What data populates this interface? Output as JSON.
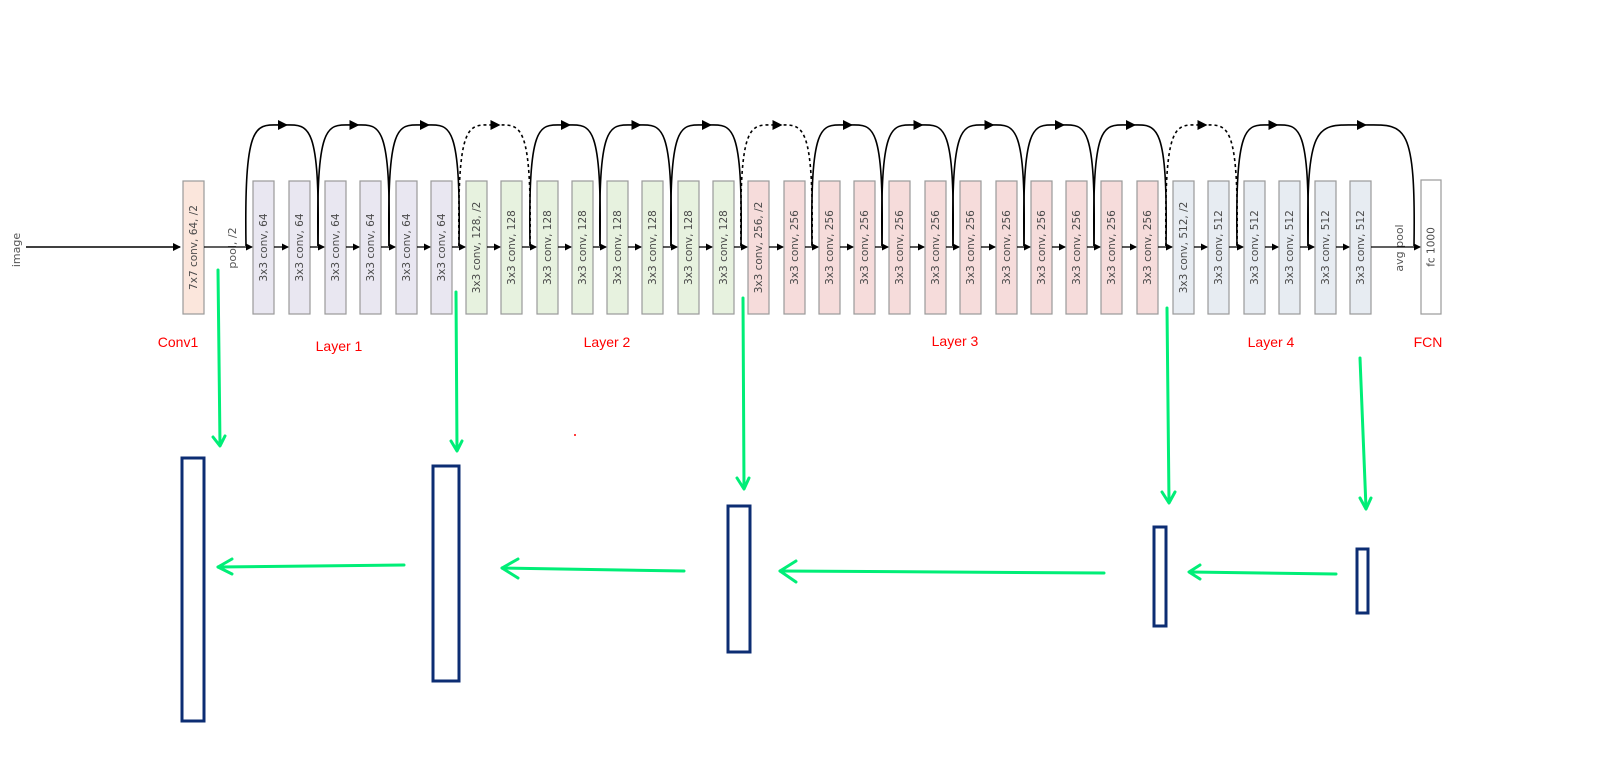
{
  "input_label": "image",
  "pool_label": "pool, /2",
  "avgpool_label": "avg pool",
  "colors": {
    "conv1": "#fbe6dc",
    "layer1": "#e9e7f1",
    "layer2": "#e7f2df",
    "layer3": "#f6dcdb",
    "layer4": "#e7ecf2",
    "fc": "#ffffff",
    "section_label": "#ff0000",
    "arrow": "#00ee77",
    "feature_map": "#0c2d73"
  },
  "blocks": [
    {
      "label": "7x7 conv, 64, /2",
      "group": "conv1"
    },
    {
      "label": "3x3 conv, 64",
      "group": "layer1"
    },
    {
      "label": "3x3 conv, 64",
      "group": "layer1"
    },
    {
      "label": "3x3 conv, 64",
      "group": "layer1"
    },
    {
      "label": "3x3 conv, 64",
      "group": "layer1"
    },
    {
      "label": "3x3 conv, 64",
      "group": "layer1"
    },
    {
      "label": "3x3 conv, 64",
      "group": "layer1"
    },
    {
      "label": "3x3 conv, 128, /2",
      "group": "layer2"
    },
    {
      "label": "3x3 conv, 128",
      "group": "layer2"
    },
    {
      "label": "3x3 conv, 128",
      "group": "layer2"
    },
    {
      "label": "3x3 conv, 128",
      "group": "layer2"
    },
    {
      "label": "3x3 conv, 128",
      "group": "layer2"
    },
    {
      "label": "3x3 conv, 128",
      "group": "layer2"
    },
    {
      "label": "3x3 conv, 128",
      "group": "layer2"
    },
    {
      "label": "3x3 conv, 128",
      "group": "layer2"
    },
    {
      "label": "3x3 conv, 256, /2",
      "group": "layer3"
    },
    {
      "label": "3x3 conv, 256",
      "group": "layer3"
    },
    {
      "label": "3x3 conv, 256",
      "group": "layer3"
    },
    {
      "label": "3x3 conv, 256",
      "group": "layer3"
    },
    {
      "label": "3x3 conv, 256",
      "group": "layer3"
    },
    {
      "label": "3x3 conv, 256",
      "group": "layer3"
    },
    {
      "label": "3x3 conv, 256",
      "group": "layer3"
    },
    {
      "label": "3x3 conv, 256",
      "group": "layer3"
    },
    {
      "label": "3x3 conv, 256",
      "group": "layer3"
    },
    {
      "label": "3x3 conv, 256",
      "group": "layer3"
    },
    {
      "label": "3x3 conv, 256",
      "group": "layer3"
    },
    {
      "label": "3x3 conv, 256",
      "group": "layer3"
    },
    {
      "label": "3x3 conv, 512, /2",
      "group": "layer4"
    },
    {
      "label": "3x3 conv, 512",
      "group": "layer4"
    },
    {
      "label": "3x3 conv, 512",
      "group": "layer4"
    },
    {
      "label": "3x3 conv, 512",
      "group": "layer4"
    },
    {
      "label": "3x3 conv, 512",
      "group": "layer4"
    },
    {
      "label": "3x3 conv, 512",
      "group": "layer4"
    },
    {
      "label": "fc 1000",
      "group": "fc"
    }
  ],
  "skip_connections": [
    {
      "from_block": 1,
      "to_block": 3,
      "style": "solid"
    },
    {
      "from_block": 3,
      "to_block": 5,
      "style": "solid"
    },
    {
      "from_block": 5,
      "to_block": 7,
      "style": "solid"
    },
    {
      "from_block": 7,
      "to_block": 9,
      "style": "dashed"
    },
    {
      "from_block": 9,
      "to_block": 11,
      "style": "solid"
    },
    {
      "from_block": 11,
      "to_block": 13,
      "style": "solid"
    },
    {
      "from_block": 13,
      "to_block": 15,
      "style": "solid"
    },
    {
      "from_block": 15,
      "to_block": 17,
      "style": "dashed"
    },
    {
      "from_block": 17,
      "to_block": 19,
      "style": "solid"
    },
    {
      "from_block": 19,
      "to_block": 21,
      "style": "solid"
    },
    {
      "from_block": 21,
      "to_block": 23,
      "style": "solid"
    },
    {
      "from_block": 23,
      "to_block": 25,
      "style": "solid"
    },
    {
      "from_block": 25,
      "to_block": 27,
      "style": "solid"
    },
    {
      "from_block": 27,
      "to_block": 29,
      "style": "dashed"
    },
    {
      "from_block": 29,
      "to_block": 31,
      "style": "solid"
    },
    {
      "from_block": 31,
      "to_block": 33,
      "style": "solid"
    }
  ],
  "section_labels": [
    {
      "text": "Conv1"
    },
    {
      "text": "Layer 1"
    },
    {
      "text": "Layer 2"
    },
    {
      "text": "Layer 3"
    },
    {
      "text": "Layer 4"
    },
    {
      "text": "FCN"
    }
  ],
  "feature_maps": [
    {
      "name": "conv1-feature-map"
    },
    {
      "name": "layer1-feature-map"
    },
    {
      "name": "layer2-feature-map"
    },
    {
      "name": "layer3-feature-map"
    },
    {
      "name": "layer4-feature-map"
    }
  ]
}
